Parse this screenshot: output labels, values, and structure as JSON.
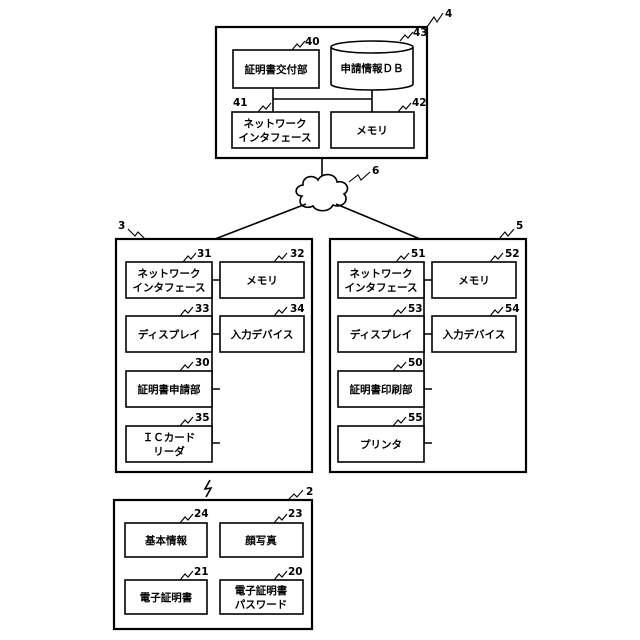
{
  "server": {
    "ref": "4",
    "cert_issuer": {
      "ref": "40",
      "label": "証明書交付部"
    },
    "app_db": {
      "ref": "43",
      "label": "申請情報ＤＢ"
    },
    "network_if": {
      "ref": "41",
      "line1": "ネットワーク",
      "line2": "インタフェース"
    },
    "memory": {
      "ref": "42",
      "label": "メモリ"
    }
  },
  "network": {
    "ref": "6"
  },
  "applicant_terminal": {
    "ref": "3",
    "network_if": {
      "ref": "31",
      "line1": "ネットワーク",
      "line2": "インタフェース"
    },
    "memory": {
      "ref": "32",
      "label": "メモリ"
    },
    "display": {
      "ref": "33",
      "label": "ディスプレイ"
    },
    "input_device": {
      "ref": "34",
      "label": "入力デバイス"
    },
    "cert_applicant": {
      "ref": "30",
      "label": "証明書申請部"
    },
    "ic_reader": {
      "ref": "35",
      "line1": "ＩＣカード",
      "line2": "リーダ"
    }
  },
  "print_terminal": {
    "ref": "5",
    "network_if": {
      "ref": "51",
      "line1": "ネットワーク",
      "line2": "インタフェース"
    },
    "memory": {
      "ref": "52",
      "label": "メモリ"
    },
    "display": {
      "ref": "53",
      "label": "ディスプレイ"
    },
    "input_device": {
      "ref": "54",
      "label": "入力デバイス"
    },
    "cert_printer": {
      "ref": "50",
      "label": "証明書印刷部"
    },
    "printer": {
      "ref": "55",
      "label": "プリンタ"
    }
  },
  "ic_card": {
    "ref": "2",
    "basic_info": {
      "ref": "24",
      "label": "基本情報"
    },
    "face_photo": {
      "ref": "23",
      "label": "顔写真"
    },
    "e_cert": {
      "ref": "21",
      "label": "電子証明書"
    },
    "e_cert_password": {
      "ref": "20",
      "line1": "電子証明書",
      "line2": "パスワード"
    }
  }
}
